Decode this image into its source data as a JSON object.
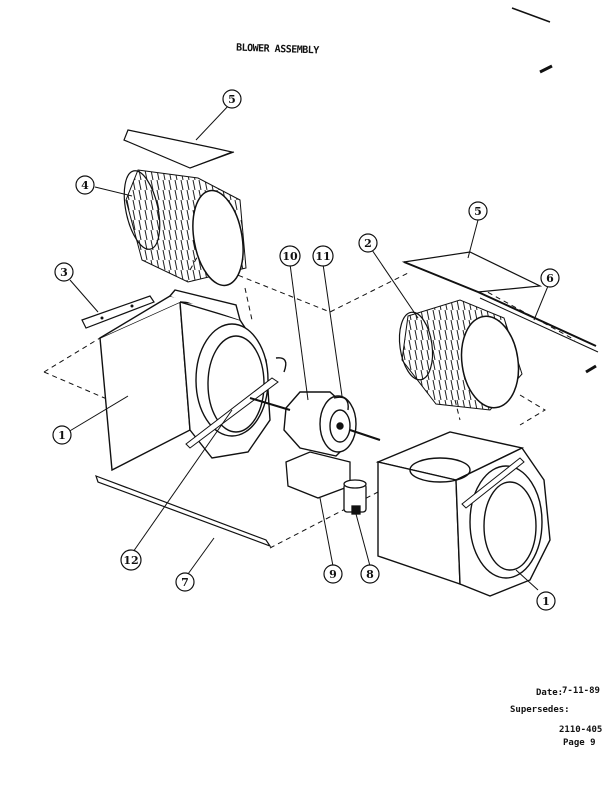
{
  "document": {
    "title": "BLOWER ASSEMBLY",
    "date_label": "Date:",
    "date_value": "7-11-89",
    "supersedes_label": "Supersedes:",
    "doc_number": "2110-405",
    "page_label": "Page 9"
  },
  "diagram": {
    "callouts": [
      {
        "id": "c5a",
        "label": "5"
      },
      {
        "id": "c4",
        "label": "4"
      },
      {
        "id": "c3",
        "label": "3"
      },
      {
        "id": "c1a",
        "label": "1"
      },
      {
        "id": "c12",
        "label": "12"
      },
      {
        "id": "c7",
        "label": "7"
      },
      {
        "id": "c10",
        "label": "10"
      },
      {
        "id": "c11",
        "label": "11"
      },
      {
        "id": "c9",
        "label": "9"
      },
      {
        "id": "c8",
        "label": "8"
      },
      {
        "id": "c2",
        "label": "2"
      },
      {
        "id": "c5b",
        "label": "5"
      },
      {
        "id": "c6",
        "label": "6"
      },
      {
        "id": "c1b",
        "label": "1"
      }
    ]
  }
}
